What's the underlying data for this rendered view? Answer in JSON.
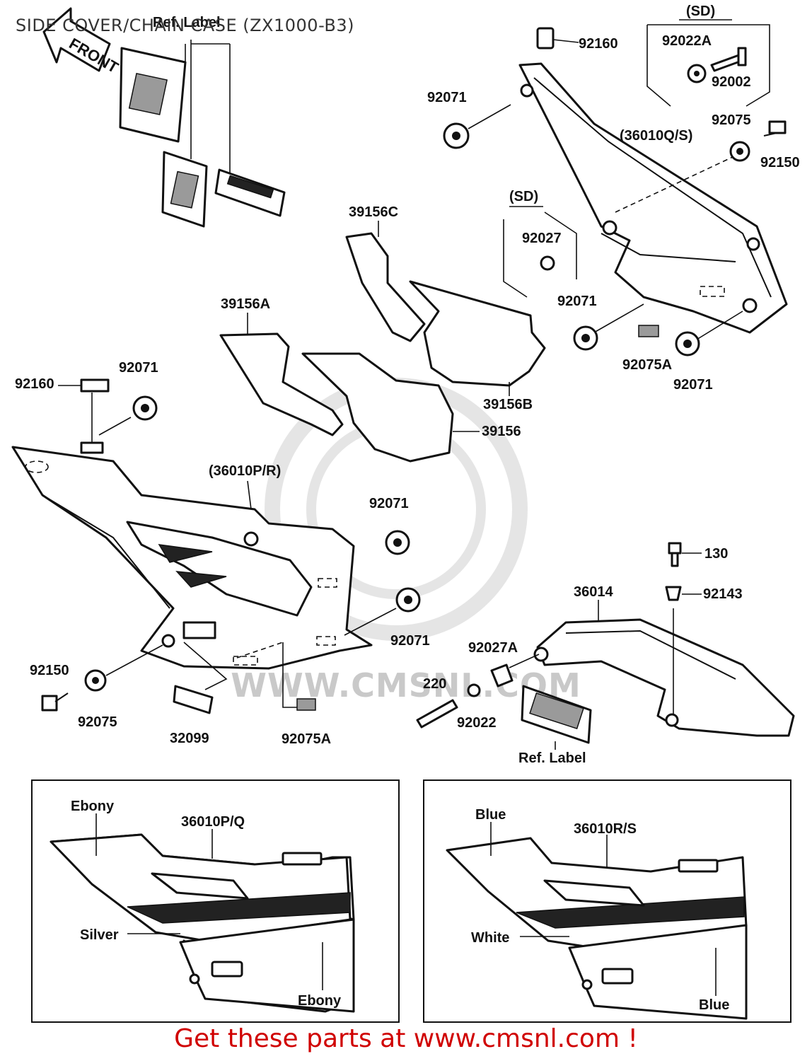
{
  "title": "SIDE COVER/CHAIN CASE (ZX1000-B3)",
  "footer": "Get these parts at www.cmsnl.com !",
  "watermark": "WWW.CMSNL.COM",
  "arrow_label": "FRONT",
  "labels": {
    "ref_label_top": "Ref. Label",
    "ref_label_bottom": "Ref. Label",
    "sd_1": "(SD)",
    "sd_2": "(SD)",
    "p92160_top": "92160",
    "p92022a": "92022A",
    "p92002": "92002",
    "p92071_a": "92071",
    "p92075_top": "92075",
    "p36010qs": "(36010Q/S)",
    "p92150_top": "92150",
    "p39156c": "39156C",
    "p92027": "92027",
    "p39156a": "39156A",
    "p92071_b": "92071",
    "p92075a_top": "92075A",
    "p92071_c": "92071",
    "p39156b": "39156B",
    "p92160_left": "92160",
    "p92071_d": "92071",
    "p39156": "39156",
    "p36010pr": "(36010P/R)",
    "p92071_e": "92071",
    "p130": "130",
    "p36014": "36014",
    "p92143": "92143",
    "p92071_f": "92071",
    "p92150_bottom": "92150",
    "p92027a": "92027A",
    "p220": "220",
    "p92075_bottom": "92075",
    "p92022": "92022",
    "p32099": "32099",
    "p92075a_bottom": "92075A"
  },
  "inset_left": {
    "part_no": "36010P/Q",
    "color_top": "Ebony",
    "color_mid": "Silver",
    "color_bottom": "Ebony"
  },
  "inset_right": {
    "part_no": "36010R/S",
    "color_top": "Blue",
    "color_mid": "White",
    "color_bottom": "Blue"
  }
}
